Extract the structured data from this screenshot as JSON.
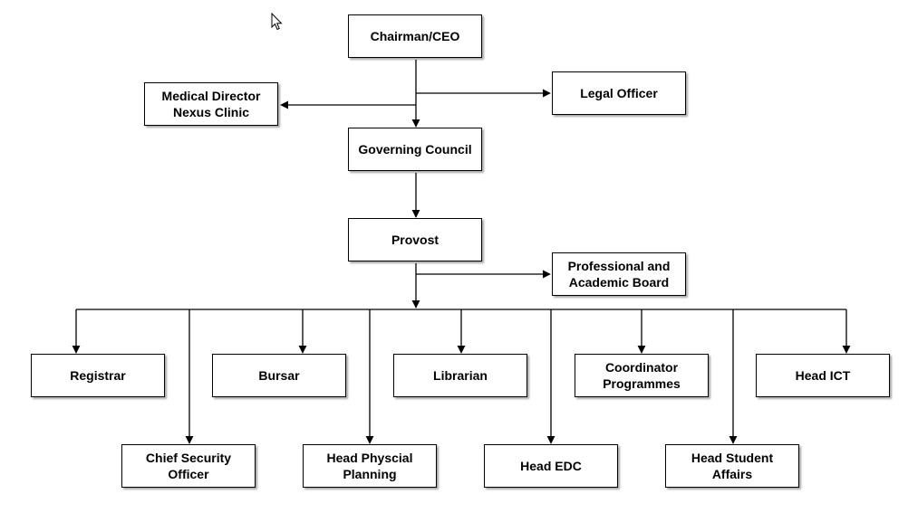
{
  "org_chart": {
    "nodes": {
      "chairman": "Chairman/CEO",
      "medical_director": "Medical Director\nNexus Clinic",
      "legal_officer": "Legal Officer",
      "governing_council": "Governing Council",
      "provost": "Provost",
      "professional_board": "Professional and\nAcademic Board",
      "registrar": "Registrar",
      "bursar": "Bursar",
      "librarian": "Librarian",
      "coordinator_programmes": "Coordinator\nProgrammes",
      "head_ict": "Head ICT",
      "chief_security_officer": "Chief Security\nOfficer",
      "head_physical_planning": "Head Physcial\nPlanning",
      "head_edc": "Head EDC",
      "head_student_affairs": "Head Student\nAffairs"
    }
  }
}
